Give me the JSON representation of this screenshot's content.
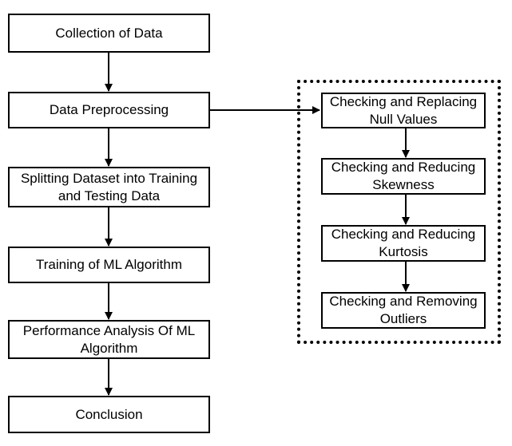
{
  "main_flow": [
    {
      "label": "Collection of Data"
    },
    {
      "label": "Data Preprocessing"
    },
    {
      "label": "Splitting Dataset into Training and Testing Data"
    },
    {
      "label": "Training of ML Algorithm"
    },
    {
      "label": "Performance Analysis Of ML Algorithm"
    },
    {
      "label": "Conclusion"
    }
  ],
  "preprocessing_steps": [
    {
      "label": "Checking and Replacing Null Values"
    },
    {
      "label": "Checking and Reducing Skewness"
    },
    {
      "label": "Checking and Reducing Kurtosis"
    },
    {
      "label": "Checking and Removing Outliers"
    }
  ],
  "colors": {
    "stroke": "#000000",
    "background": "#ffffff"
  }
}
